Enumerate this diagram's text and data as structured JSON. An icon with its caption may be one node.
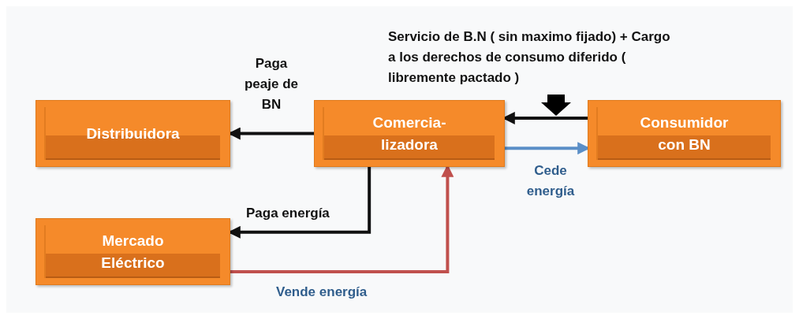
{
  "diagram": {
    "nodes": [
      {
        "text": [
          "Distribuidora"
        ]
      },
      {
        "text": [
          "Comercia- lizadora"
        ]
      },
      {
        "text": [
          "Consumidor con BN"
        ]
      },
      {
        "text": [
          "Mercado Eléctrico"
        ]
      }
    ],
    "edges": [
      {
        "from": 1,
        "to": 0,
        "arrow": "to",
        "label": "Paga peaje de BN"
      },
      {
        "from": 2,
        "to": 1,
        "arrow": "to",
        "label": "Servicio de B.N ( sin maximo fijado) + Cargo a los derechos de consumo diferido ( libremente pactado )"
      },
      {
        "from": 1,
        "to": 2,
        "arrow": "to",
        "label": "Cede energía",
        "color": "#5b8fc7"
      },
      {
        "from": 1,
        "to": 3,
        "arrow": "to",
        "label": "Paga energía"
      },
      {
        "from": 3,
        "to": 1,
        "arrow": "to",
        "label": "Vende energía",
        "color": "#c0504d"
      }
    ]
  }
}
